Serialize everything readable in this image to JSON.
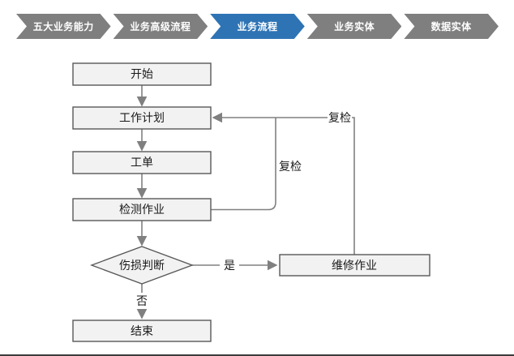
{
  "nav": {
    "items": [
      {
        "label": "五大业务能力",
        "active": false
      },
      {
        "label": "业务高级流程",
        "active": false
      },
      {
        "label": "业务流程",
        "active": true
      },
      {
        "label": "业务实体",
        "active": false
      },
      {
        "label": "数据实体",
        "active": false
      }
    ]
  },
  "flowchart": {
    "nodes": {
      "start": "开始",
      "work_plan": "工作计划",
      "work_order": "工单",
      "inspection": "检测作业",
      "damage_decision": "伤损判断",
      "repair": "维修作业",
      "end": "结束"
    },
    "labels": {
      "recheck_inner": "复检",
      "recheck_outer": "复检",
      "yes": "是",
      "no": "否"
    }
  },
  "colors": {
    "chevron_gray": "#7f7f7f",
    "chevron_active_blue": "#2e74b5",
    "node_fill": "#f2f2f2",
    "node_border": "#595959",
    "connector": "#808080"
  }
}
